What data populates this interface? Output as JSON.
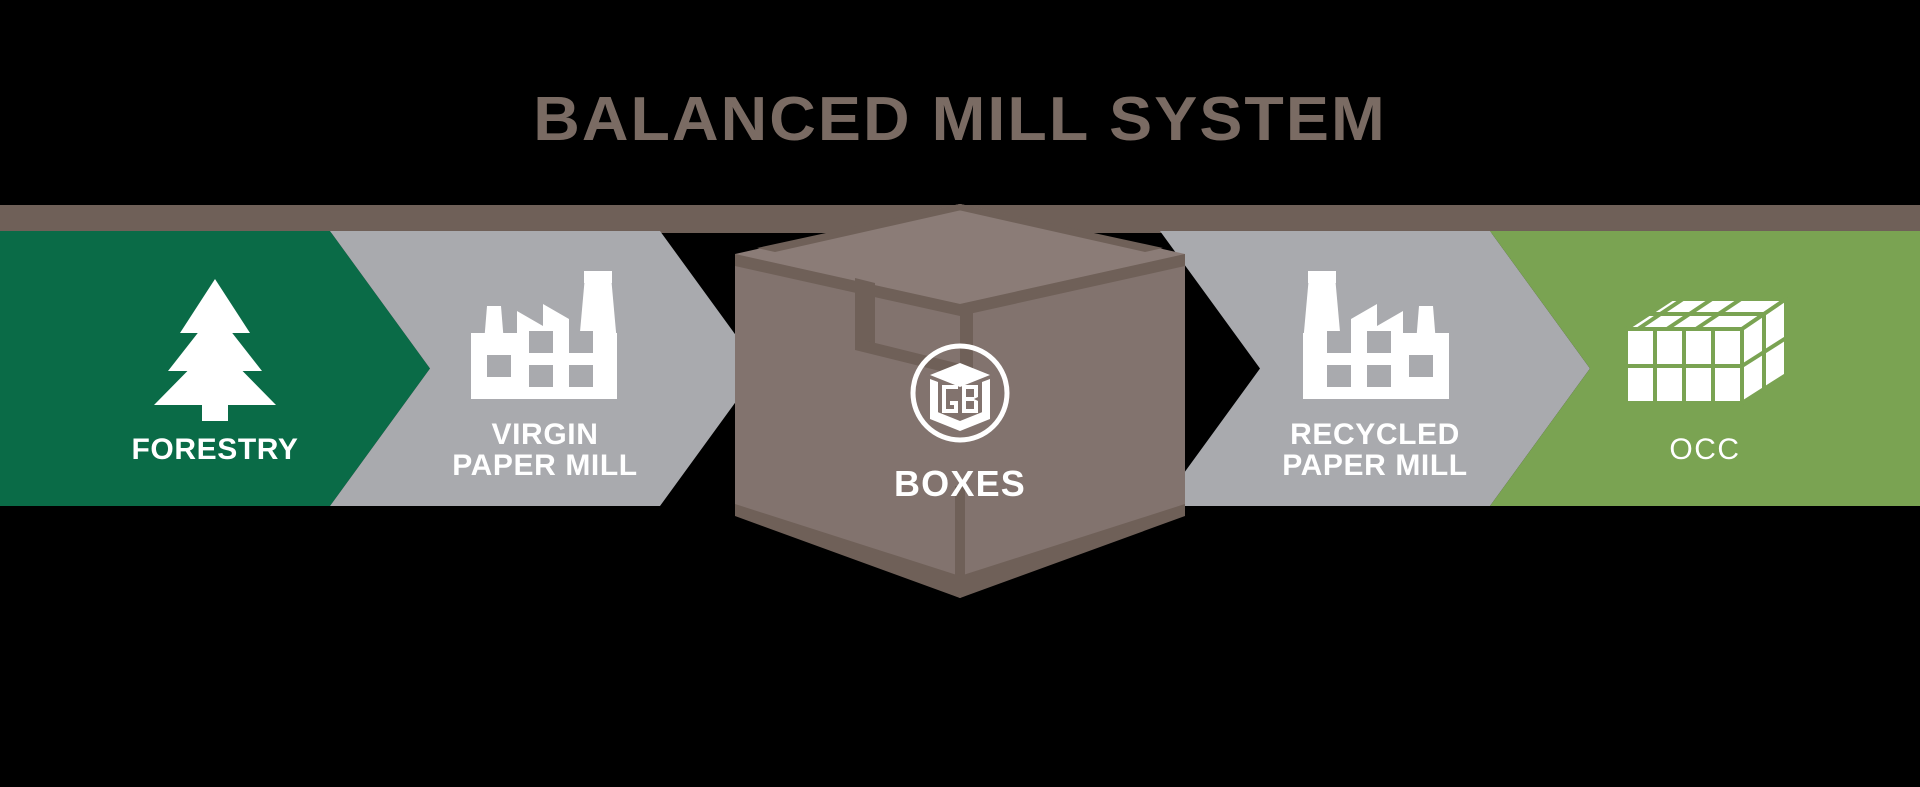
{
  "header": {
    "title": "BALANCED MILL SYSTEM",
    "title_color": "#7a6b63"
  },
  "colors": {
    "background": "#000000",
    "connector_bar": "#6f6058",
    "forestry_green": "#0a6b47",
    "mill_gray": "#a9aaae",
    "box_taupe": "#82736e",
    "box_taupe_dark": "#6f6058",
    "box_taupe_light": "#8d7e79",
    "occ_green": "#7aa352",
    "label_white": "#ffffff"
  },
  "flow": {
    "panels": [
      {
        "id": "forestry",
        "label": "FORESTRY",
        "icon": "pine-tree-icon",
        "color": "#0a6b47",
        "direction": "right"
      },
      {
        "id": "virgin-paper-mill",
        "label": "VIRGIN\nPAPER MILL",
        "icon": "factory-icon",
        "color": "#a9aaae",
        "direction": "right"
      },
      {
        "id": "recycled-paper-mill",
        "label": "RECYCLED\nPAPER MILL",
        "icon": "factory-mirrored-icon",
        "color": "#a9aaae",
        "direction": "left"
      },
      {
        "id": "occ",
        "label": "OCC",
        "icon": "cardboard-bale-icon",
        "color": "#7aa352",
        "direction": "left"
      }
    ],
    "center": {
      "id": "boxes",
      "label": "BOXES",
      "logo": "gb-cube-logo",
      "logo_text": "GB",
      "color": "#82736e"
    }
  }
}
